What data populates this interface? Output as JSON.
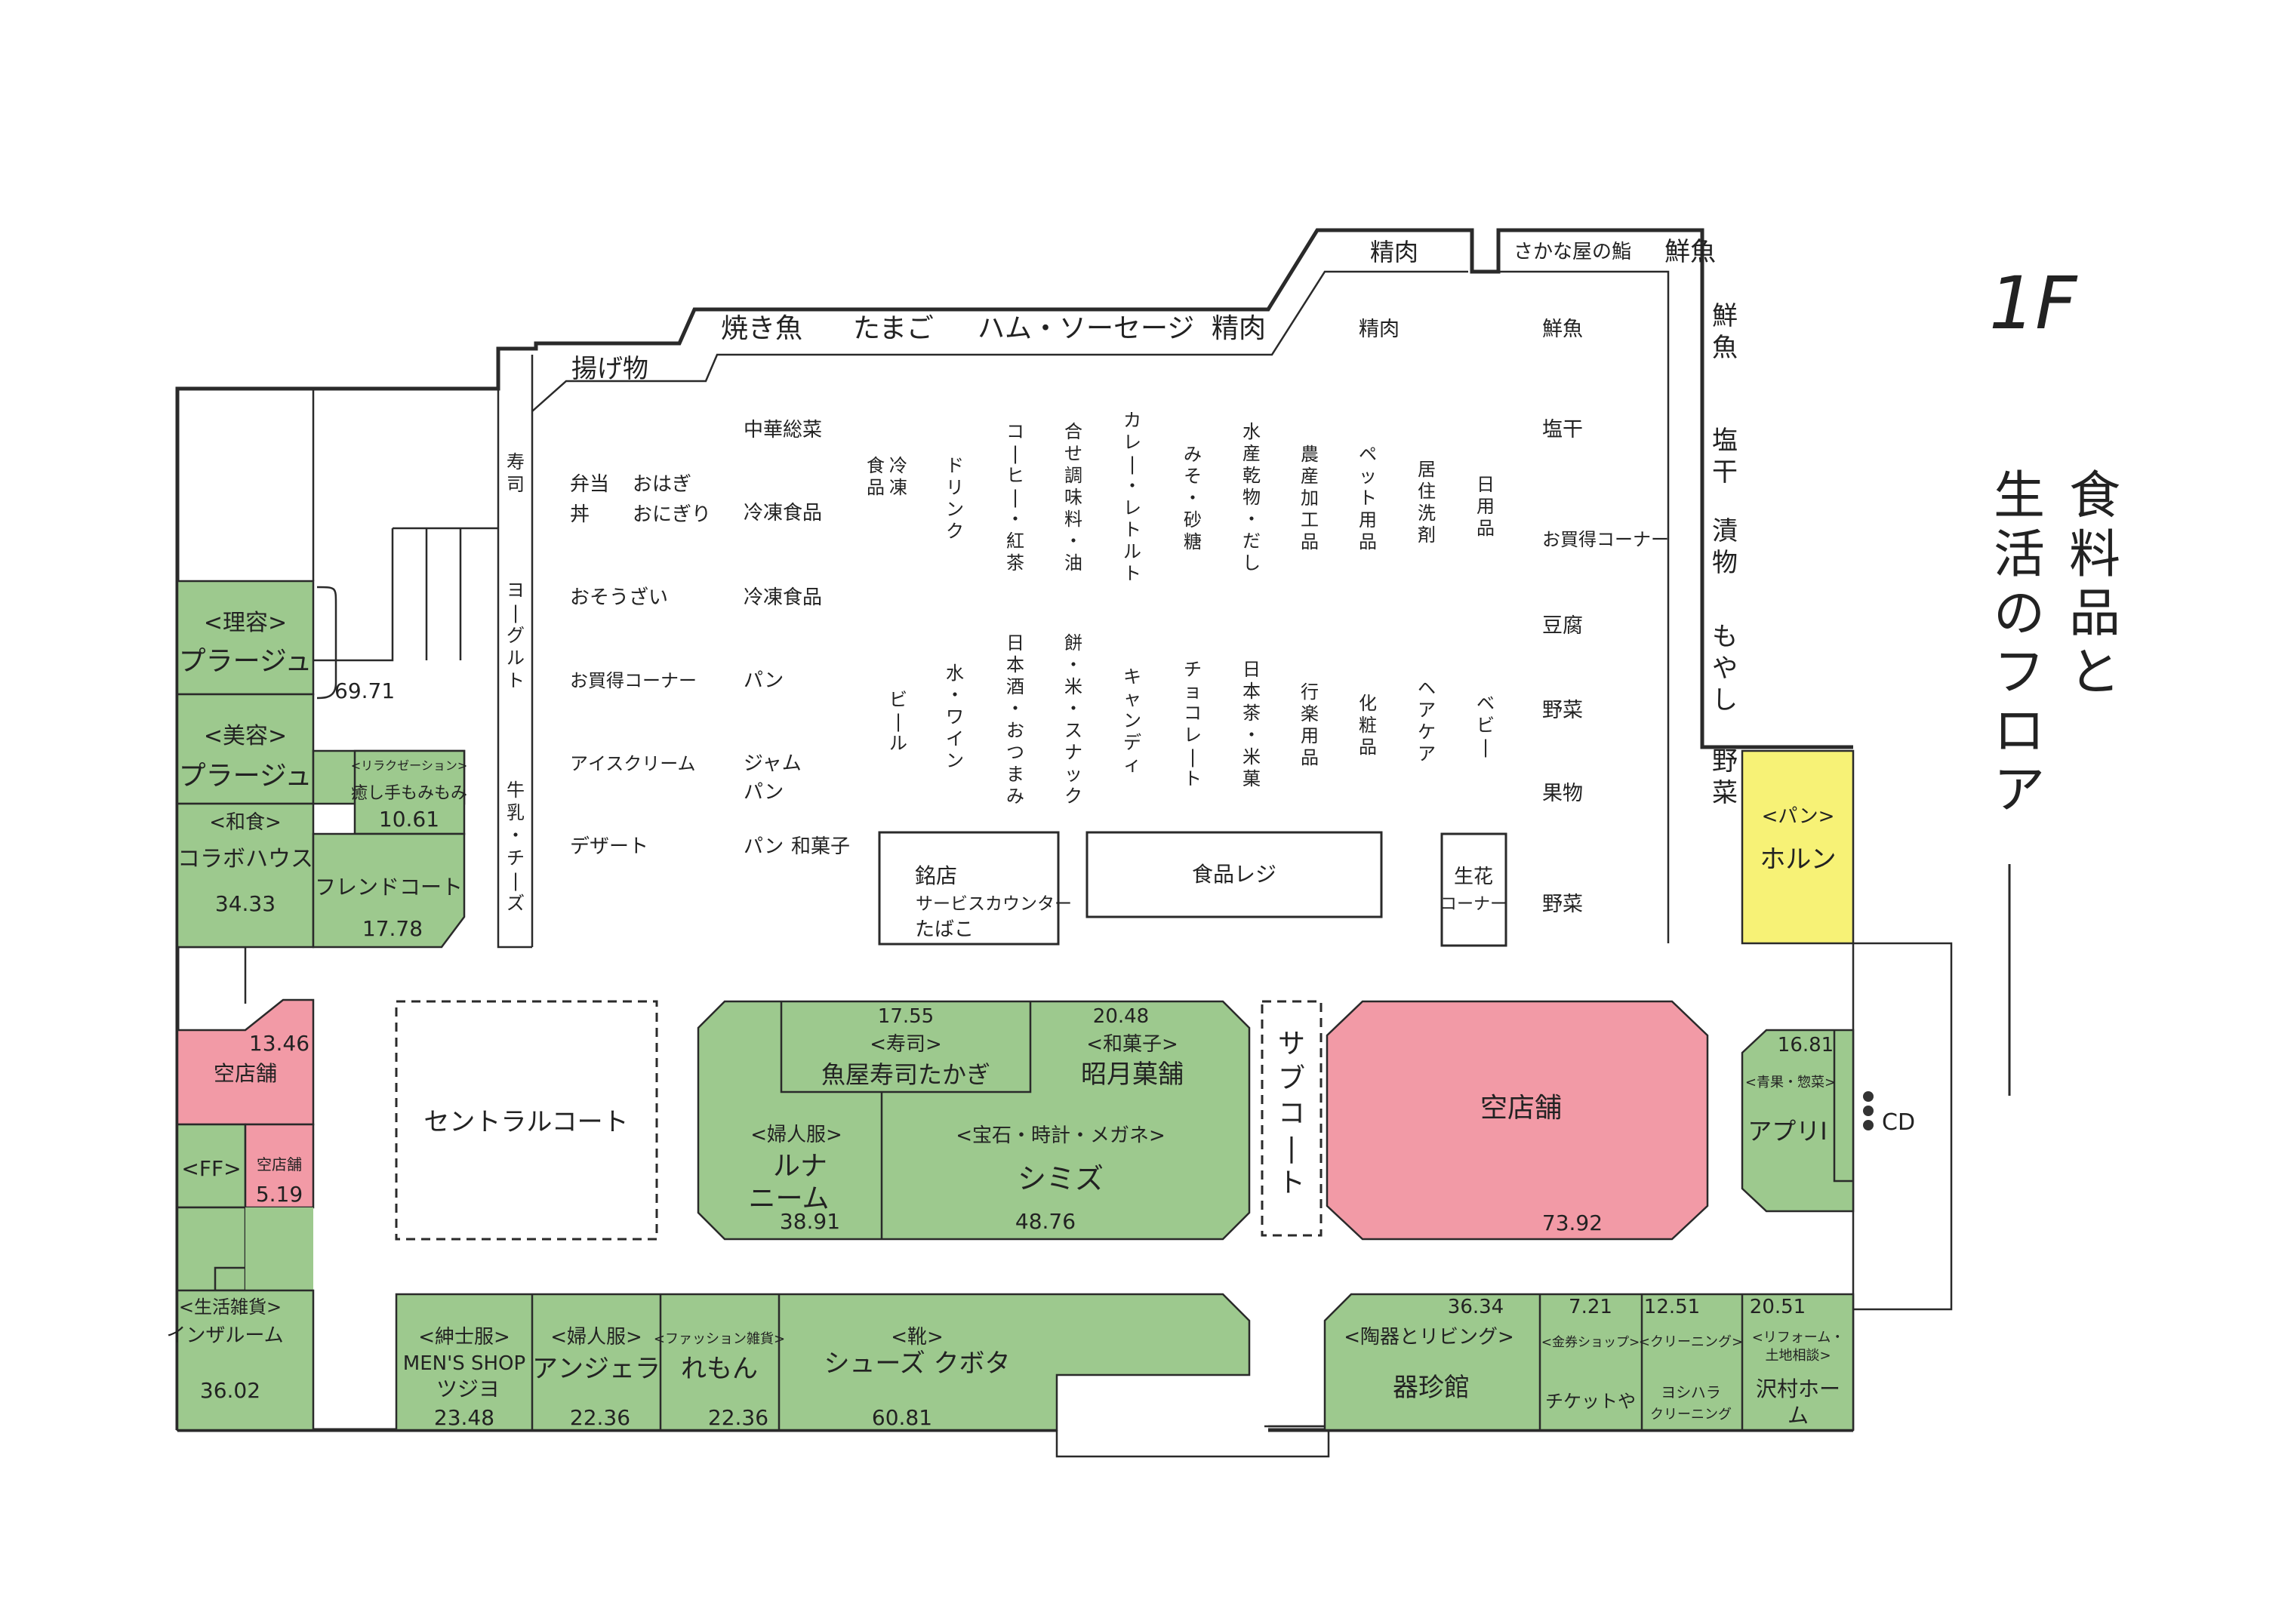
{
  "floor": {
    "label": "1F",
    "subtitle": "食料品と生活のフロア",
    "subtitle_lines": [
      "食料品と",
      "生活のフロア"
    ]
  },
  "perimeter_labels": {
    "top": [
      "揚げ物",
      "焼き魚",
      "たまご",
      "ハム・ソーセージ",
      "精肉"
    ],
    "top_right": [
      "精肉",
      "さかな屋の鮨",
      "鮮魚"
    ],
    "right_vertical": [
      "鮮魚",
      "塩干",
      "漬物",
      "もやし",
      "野菜"
    ],
    "left_vertical": [
      "寿司",
      "ヨーグルト",
      "牛乳・チーズ"
    ]
  },
  "aisles": {
    "col1": [
      "弁当",
      "丼",
      "おはぎ",
      "おにぎり",
      "おそうざい",
      "お買得コーナー",
      "アイスクリーム",
      "デザート"
    ],
    "col2": [
      "中華総菜",
      "冷凍食品",
      "冷凍食品",
      "パン",
      "ジャム",
      "パン",
      "パン",
      "和菓子"
    ],
    "vertical_top": [
      "冷凍食品",
      "ドリンク",
      "コーヒー・紅茶",
      "合せ調味料・油",
      "カレー・レトルト",
      "みそ・砂糖",
      "水産乾物・だし",
      "農産加工品",
      "ペット用品",
      "居住洗剤",
      "日用品"
    ],
    "vertical_bottom": [
      "ビール",
      "水・ワイン",
      "日本酒・おつまみ",
      "餅・米・スナック",
      "キャンディ",
      "チョコレート",
      "日本茶・米菓",
      "行楽用品",
      "化粧品",
      "ヘアケア",
      "ベビー"
    ],
    "right_col": [
      "精肉",
      "鮮魚",
      "塩干",
      "お買得コーナー",
      "豆腐",
      "野菜",
      "果物",
      "野菜"
    ]
  },
  "counters": {
    "meiten": [
      "銘店",
      "サービスカウンター",
      "たばこ"
    ],
    "register": "食品レジ",
    "flower": [
      "生花",
      "コーナー"
    ]
  },
  "shops": {
    "riyou": {
      "category": "<理容>",
      "name": "プラージュ",
      "area": "69.71"
    },
    "biyou": {
      "category": "<美容>",
      "name": "プラージュ"
    },
    "relax": {
      "category": "<リラクゼーション>",
      "name": "癒し手もみもみ",
      "area": "10.61"
    },
    "washoku": {
      "category": "<和食>",
      "name": "コラボハウス",
      "area": "34.33"
    },
    "friend": {
      "name": "フレンドコート",
      "area": "17.78"
    },
    "vacant1": {
      "name": "空店舗",
      "area": "13.46"
    },
    "ff": {
      "category": "<FF>"
    },
    "vacant2": {
      "name": "空店舗",
      "area": "5.19"
    },
    "zakka": {
      "category": "<生活雑貨>",
      "name": "インザルーム",
      "area": "36.02"
    },
    "sushi": {
      "area": "17.55",
      "category": "<寿司>",
      "name": "魚屋寿司たかぎ"
    },
    "wagashi": {
      "area": "20.48",
      "category": "<和菓子>",
      "name": "昭月菓舗"
    },
    "luna": {
      "category": "<婦人服>",
      "name": [
        "ルナ",
        "ニーム"
      ],
      "area": "38.91"
    },
    "shimizu": {
      "category": "<宝石・時計・メガネ>",
      "name": "シミズ",
      "area": "48.76"
    },
    "vacant_big": {
      "name": "空店舗",
      "area": "73.92"
    },
    "apri": {
      "area": "16.81",
      "category": "<青果・惣菜>",
      "name": "アプリⅠ"
    },
    "horun": {
      "category": "<パン>",
      "name": "ホルン"
    },
    "tsujiyo": {
      "category": "<紳士服>",
      "name": [
        "MEN'S SHOP",
        "ツジヨ"
      ],
      "area": "23.48"
    },
    "angela": {
      "category": "<婦人服>",
      "name": "アンジェラ",
      "area": "22.36"
    },
    "remon": {
      "category": "<ファッション雑貨>",
      "name": "れもん",
      "area": "22.36"
    },
    "kubota": {
      "category": "<靴>",
      "name": "シューズ クボタ",
      "area": "60.81"
    },
    "kichin": {
      "area": "36.34",
      "category": "<陶器とリビング>",
      "name": "器珍館"
    },
    "ticket": {
      "area": "7.21",
      "category": "<金券ショップ>",
      "name": "チケットや"
    },
    "cleaning": {
      "area": "12.51",
      "category": "<クリーニング>",
      "name": [
        "ヨシハラ",
        "クリーニング"
      ]
    },
    "sawamura": {
      "area": "20.51",
      "category": [
        "<リフォーム・",
        "土地相談>"
      ],
      "name": [
        "沢村ホー",
        "ム"
      ]
    }
  },
  "courts": {
    "central": "セントラルコート",
    "sub": "サブコート"
  },
  "misc": {
    "cd": "CD"
  },
  "colors": {
    "tenant": "#9dc98e",
    "vacant": "#f29aa6",
    "bakery": "#f7f276"
  }
}
